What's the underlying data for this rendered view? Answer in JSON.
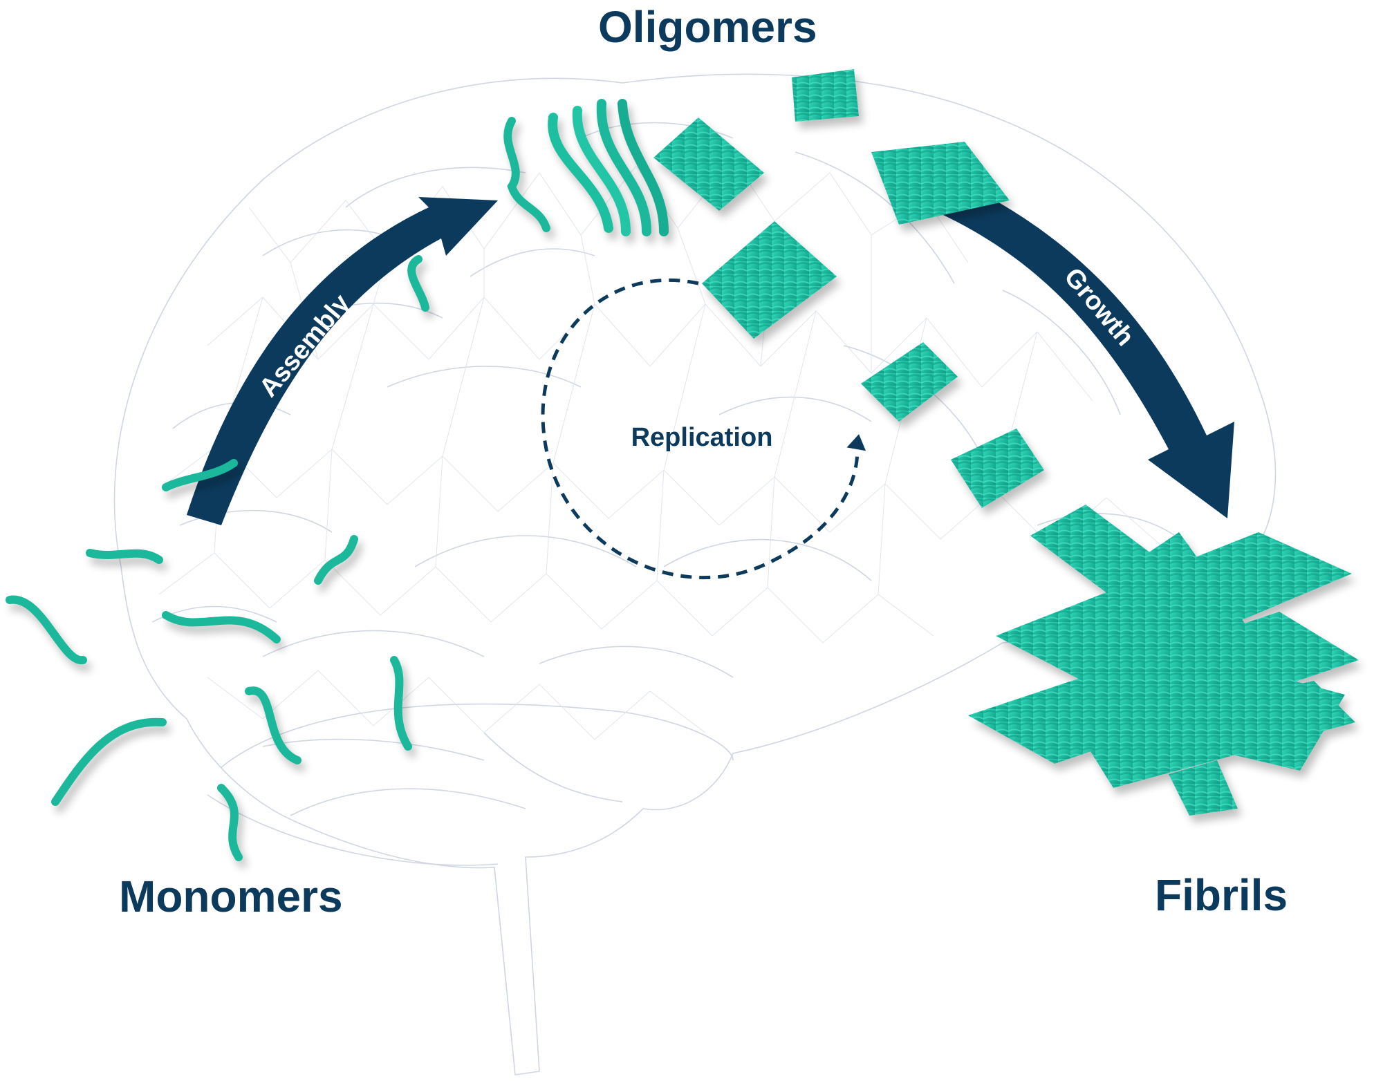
{
  "colors": {
    "navy": "#0c3a5c",
    "teal": "#22c6a8",
    "teal_dark": "#0f9c86",
    "brain_mesh": "#cfd6e2"
  },
  "labels": {
    "oligomers": "Oligomers",
    "monomers": "Monomers",
    "fibrils": "Fibrils",
    "assembly": "Assembly",
    "growth": "Growth",
    "replication": "Replication"
  },
  "icons": {
    "brain": "wireframe-brain-icon",
    "monomer": "monomer-strand-icon",
    "oligomer": "oligomer-sheet-icon",
    "fibril": "fibril-mesh-icon"
  }
}
